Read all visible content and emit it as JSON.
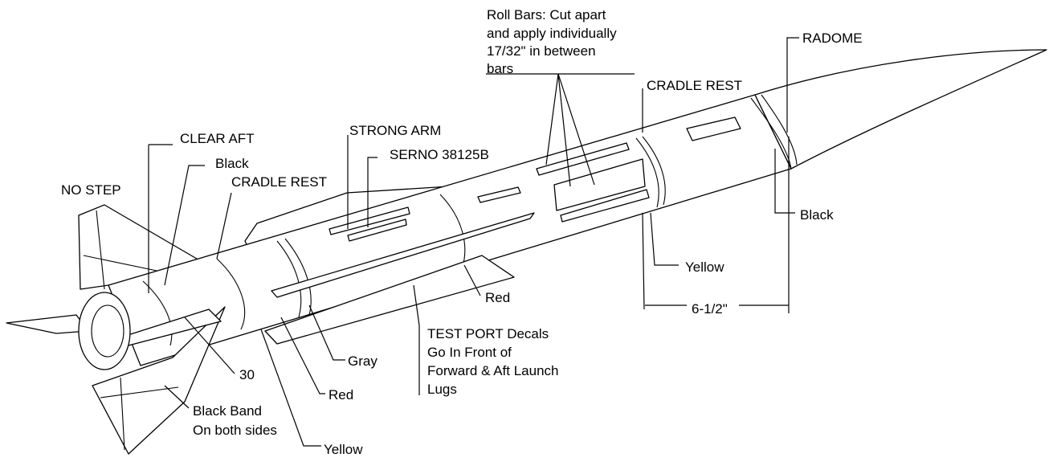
{
  "labels": {
    "roll_bars": [
      "Roll Bars: Cut apart",
      "and apply individually",
      "17/32\" in between",
      "bars"
    ],
    "radome": "RADOME",
    "cradle_rest_fwd": "CRADLE REST",
    "strong_arm": "STRONG ARM",
    "serno": "SERNO 38125B",
    "clear_aft": "CLEAR AFT",
    "black_aft": "Black",
    "cradle_rest_aft": "CRADLE REST",
    "no_step": "NO STEP",
    "black_fwd": "Black",
    "yellow_fwd": "Yellow",
    "dimension": "6-1/2\"",
    "red_mid": "Red",
    "test_port": [
      "TEST PORT Decals",
      "Go In Front of",
      "Forward & Aft Launch",
      "Lugs"
    ],
    "gray": "Gray",
    "number_30": "30",
    "red_aft": "Red",
    "black_band": [
      "Black Band",
      "On both sides"
    ],
    "yellow_aft": "Yellow"
  }
}
